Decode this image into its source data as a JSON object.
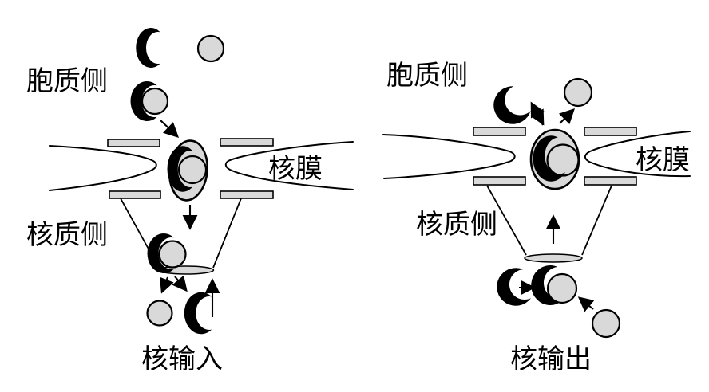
{
  "panels": [
    {
      "caption": "核输入",
      "labels": {
        "cytoplasmic_side": "胞质侧",
        "nuclear_membrane": "核膜",
        "nucleoplasmic_side": "核质侧"
      }
    },
    {
      "caption": "核输出",
      "labels": {
        "cytoplasmic_side": "胞质侧",
        "nuclear_membrane": "核膜",
        "nucleoplasmic_side": "核质侧"
      }
    }
  ],
  "colors": {
    "background": "#ffffff",
    "shape_fill": "#d9d9d9",
    "crescent_fill": "#000000",
    "outline": "#000000"
  }
}
